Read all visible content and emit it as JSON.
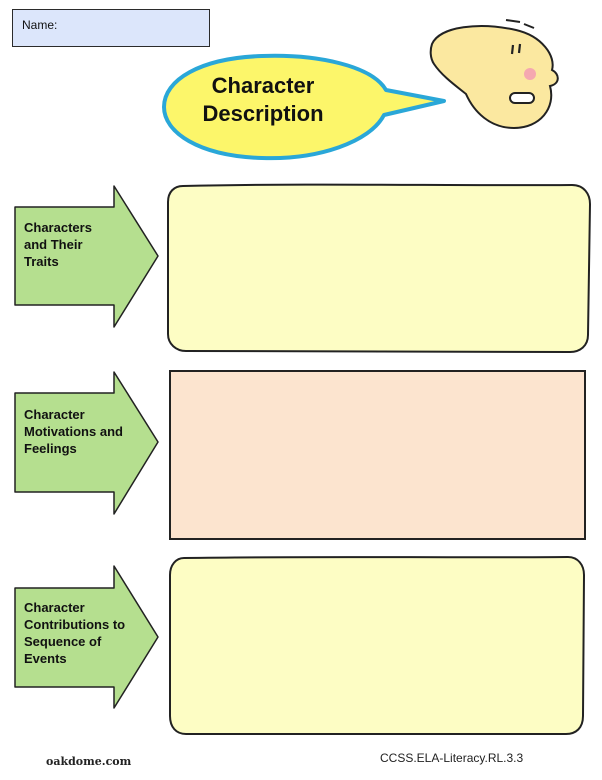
{
  "header": {
    "name_label": "Name:",
    "title_line1": "Character",
    "title_line2": "Description"
  },
  "rows": [
    {
      "label": [
        "Characters",
        "and Their",
        "Traits"
      ],
      "box_color": "#fdfdc4"
    },
    {
      "label": [
        "Character",
        "Motivations and",
        "Feelings"
      ],
      "box_color": "#fce4cf"
    },
    {
      "label": [
        "Character",
        "Contributions to",
        "Sequence of",
        "Events"
      ],
      "box_color": "#fdfdc4"
    }
  ],
  "footer": {
    "site": "oakdome.com",
    "standard": "CCSS.ELA-Literacy.RL.3.3"
  },
  "colors": {
    "arrow_fill": "#b5df8f",
    "bubble_fill": "#fcf66a",
    "bubble_stroke": "#2aa7d8",
    "face_fill": "#fbe8a0",
    "name_box": "#dce6fb"
  },
  "icons": [
    "cartoon-face-icon",
    "speech-bubble-icon"
  ]
}
